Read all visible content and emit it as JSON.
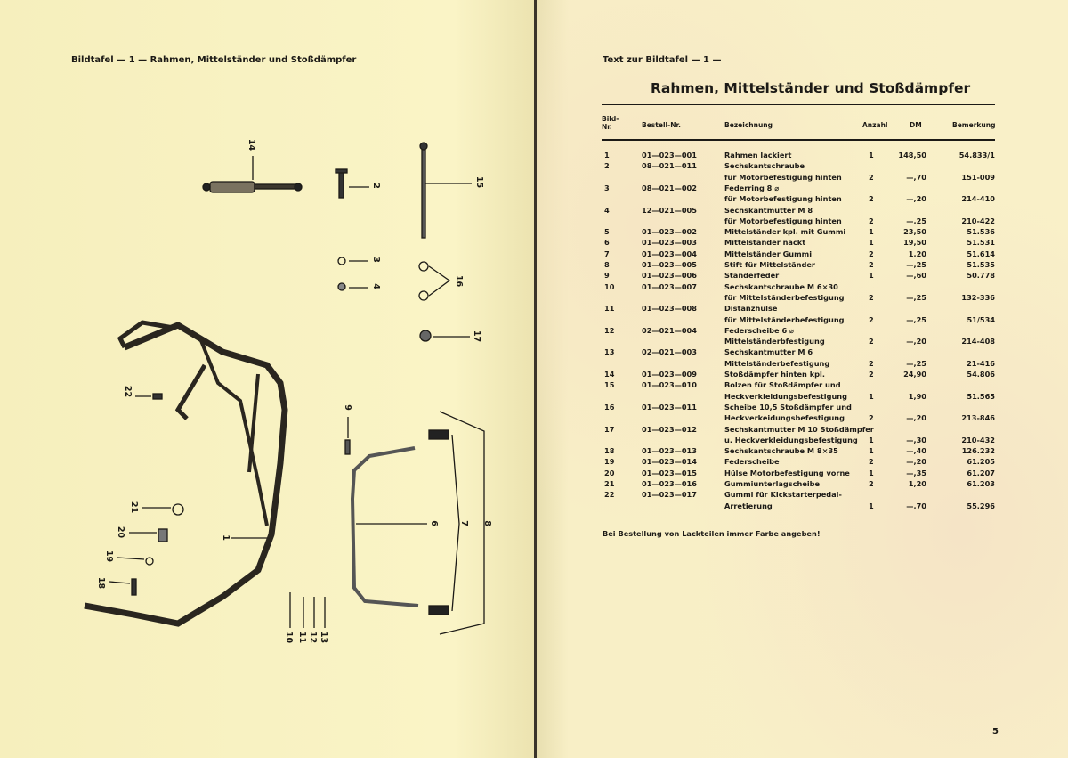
{
  "left_page": {
    "heading": "Bildtafel — 1 — Rahmen, Mittelständer und Stoßdämpfer",
    "diagram": {
      "callouts": {
        "c1": "1",
        "c2": "2",
        "c3": "3",
        "c4": "4",
        "c6": "6",
        "c7": "7",
        "c8": "8",
        "c9": "9",
        "c10": "10",
        "c11": "11",
        "c12": "12",
        "c13": "13",
        "c14": "14",
        "c15": "15",
        "c16": "16",
        "c17": "17",
        "c18": "18",
        "c19": "19",
        "c20": "20",
        "c21": "21",
        "c22": "22"
      }
    }
  },
  "right_page": {
    "heading": "Text zur Bildtafel — 1 —",
    "title": "Rahmen, Mittelständer und Stoßdämpfer",
    "columns": {
      "nr": "Bild-\nNr.",
      "bestell": "Bestell-Nr.",
      "bez": "Bezeichnung",
      "anzahl": "Anzahl",
      "dm": "DM",
      "bem": "Bemerkung"
    },
    "rows": [
      {
        "nr": "1",
        "bestell": "01—023—001",
        "bez": [
          "Rahmen lackiert"
        ],
        "anzahl": "1",
        "dm": "148,50",
        "bem": "54.833/1"
      },
      {
        "nr": "2",
        "bestell": "08—021—011",
        "bez": [
          "Sechskantschraube",
          "für Motorbefestigung hinten"
        ],
        "anzahl": "2",
        "dm": "—,70",
        "bem": "151-009"
      },
      {
        "nr": "3",
        "bestell": "08—021—002",
        "bez": [
          "Federring 8 ⌀",
          "für Motorbefestigung hinten"
        ],
        "anzahl": "2",
        "dm": "—,20",
        "bem": "214-410"
      },
      {
        "nr": "4",
        "bestell": "12—021—005",
        "bez": [
          "Sechskantmutter M 8",
          "für Motorbefestigung hinten"
        ],
        "anzahl": "2",
        "dm": "—,25",
        "bem": "210-422"
      },
      {
        "nr": "5",
        "bestell": "01—023—002",
        "bez": [
          "Mittelständer kpl. mit Gummi"
        ],
        "anzahl": "1",
        "dm": "23,50",
        "bem": "51.536"
      },
      {
        "nr": "6",
        "bestell": "01—023—003",
        "bez": [
          "Mittelständer nackt"
        ],
        "anzahl": "1",
        "dm": "19,50",
        "bem": "51.531"
      },
      {
        "nr": "7",
        "bestell": "01—023—004",
        "bez": [
          "Mittelständer Gummi"
        ],
        "anzahl": "2",
        "dm": "1,20",
        "bem": "51.614"
      },
      {
        "nr": "8",
        "bestell": "01—023—005",
        "bez": [
          "Stift für Mittelständer"
        ],
        "anzahl": "2",
        "dm": "—,25",
        "bem": "51.535"
      },
      {
        "nr": "9",
        "bestell": "01—023—006",
        "bez": [
          "Ständerfeder"
        ],
        "anzahl": "1",
        "dm": "—,60",
        "bem": "50.778"
      },
      {
        "nr": "10",
        "bestell": "01—023—007",
        "bez": [
          "Sechskantschraube M 6×30",
          "für Mittelständerbefestigung"
        ],
        "anzahl": "2",
        "dm": "—,25",
        "bem": "132-336"
      },
      {
        "nr": "11",
        "bestell": "01—023—008",
        "bez": [
          "Distanzhülse",
          "für Mittelständerbefestigung"
        ],
        "anzahl": "2",
        "dm": "—,25",
        "bem": "51/534"
      },
      {
        "nr": "12",
        "bestell": "02—021—004",
        "bez": [
          "Federscheibe 6 ⌀",
          "Mittelständerbfestigung"
        ],
        "anzahl": "2",
        "dm": "—,20",
        "bem": "214-408"
      },
      {
        "nr": "13",
        "bestell": "02—021—003",
        "bez": [
          "Sechskantmutter M 6",
          "Mittelständerbefestigung"
        ],
        "anzahl": "2",
        "dm": "—,25",
        "bem": "21-416"
      },
      {
        "nr": "14",
        "bestell": "01—023—009",
        "bez": [
          "Stoßdämpfer hinten kpl."
        ],
        "anzahl": "2",
        "dm": "24,90",
        "bem": "54.806"
      },
      {
        "nr": "15",
        "bestell": "01—023—010",
        "bez": [
          "Bolzen für Stoßdämpfer und",
          "Heckverkleidungsbefestigung"
        ],
        "anzahl": "1",
        "dm": "1,90",
        "bem": "51.565"
      },
      {
        "nr": "16",
        "bestell": "01—023—011",
        "bez": [
          "Scheibe 10,5 Stoßdämpfer und",
          "Heckverkeidungsbefestigung"
        ],
        "anzahl": "2",
        "dm": "—,20",
        "bem": "213-846"
      },
      {
        "nr": "17",
        "bestell": "01—023—012",
        "bez": [
          "Sechskantmutter M 10 Stoßdämpfer",
          "u. Heckverkleidungsbefestigung"
        ],
        "anzahl": "1",
        "dm": "—,30",
        "bem": "210-432"
      },
      {
        "nr": "18",
        "bestell": "01—023—013",
        "bez": [
          "Sechskantschraube M 8×35"
        ],
        "anzahl": "1",
        "dm": "—,40",
        "bem": "126.232"
      },
      {
        "nr": "19",
        "bestell": "01—023—014",
        "bez": [
          "Federscheibe"
        ],
        "anzahl": "2",
        "dm": "—,20",
        "bem": "61.205"
      },
      {
        "nr": "20",
        "bestell": "01—023—015",
        "bez": [
          "Hülse Motorbefestigung vorne"
        ],
        "anzahl": "1",
        "dm": "—,35",
        "bem": "61.207"
      },
      {
        "nr": "21",
        "bestell": "01—023—016",
        "bez": [
          "Gummiunterlagscheibe"
        ],
        "anzahl": "2",
        "dm": "1,20",
        "bem": "61.203"
      },
      {
        "nr": "22",
        "bestell": "01—023—017",
        "bez": [
          "Gummi für Kickstarterpedal-",
          "Arretierung"
        ],
        "anzahl": "1",
        "dm": "—,70",
        "bem": "55.296"
      }
    ],
    "note": "Bei Bestellung von Lackteilen immer Farbe angeben!",
    "page_number": "5"
  }
}
